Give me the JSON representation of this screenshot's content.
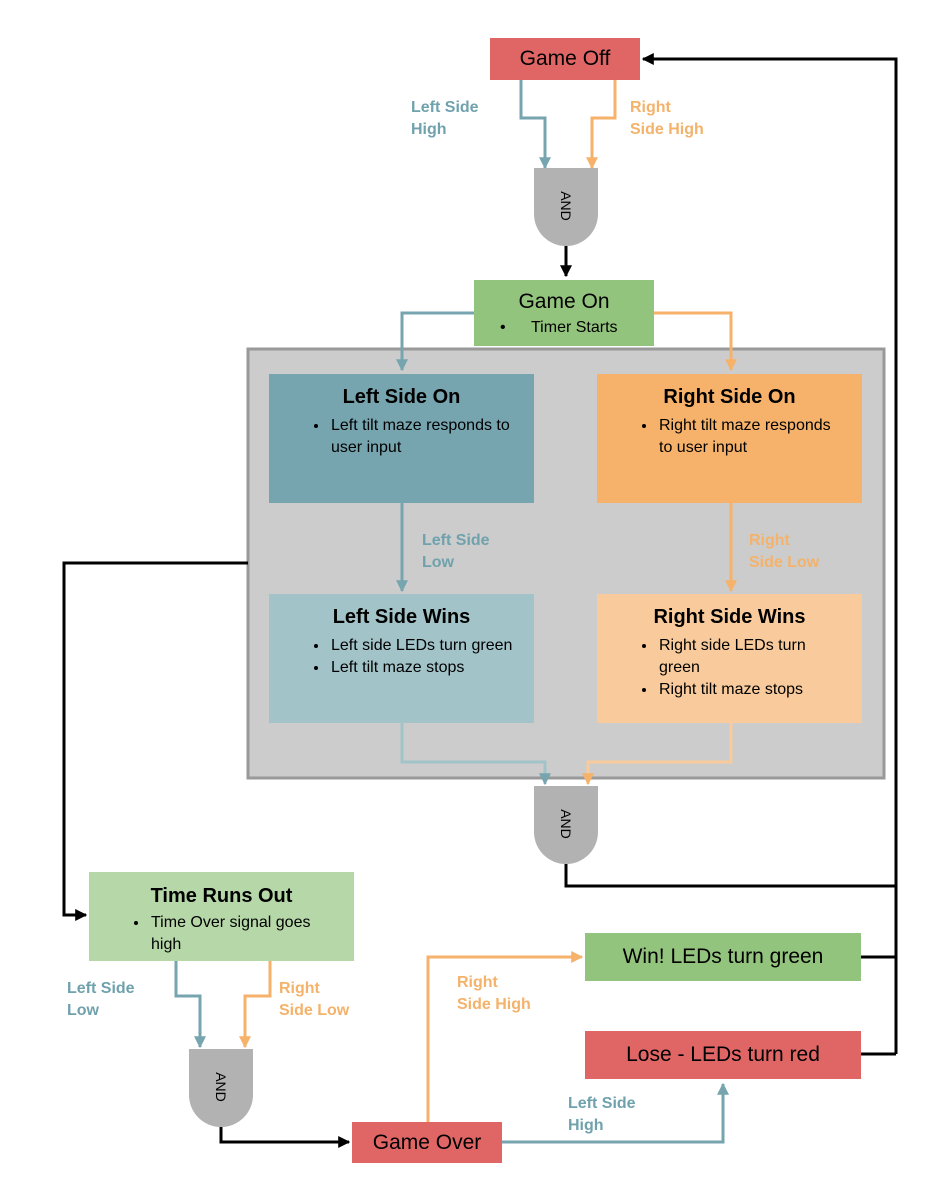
{
  "nodes": {
    "game_off": "Game Off",
    "game_on": {
      "title": "Game On",
      "bullet": "Timer Starts"
    },
    "left_on": {
      "title": "Left Side On",
      "bullets": [
        "Left tilt maze responds to user input"
      ]
    },
    "right_on": {
      "title": "Right Side On",
      "bullets": [
        "Right tilt maze responds to user input"
      ]
    },
    "left_wins": {
      "title": "Left Side Wins",
      "bullets": [
        "Left side LEDs turn green",
        "Left tilt maze stops"
      ]
    },
    "right_wins": {
      "title": "Right Side Wins",
      "bullets": [
        "Right side LEDs turn green",
        "Right tilt maze stops"
      ]
    },
    "time_out": {
      "title": "Time Runs Out",
      "bullets": [
        "Time Over signal goes high"
      ]
    },
    "game_over": "Game Over",
    "win": "Win! LEDs turn green",
    "lose": "Lose - LEDs turn red"
  },
  "gates": {
    "label": "AND"
  },
  "edge_labels": {
    "top_left_l1": "Left Side",
    "top_left_l2": "High",
    "top_right_l1": "Right",
    "top_right_l2": "Side High",
    "mid_left_l1": "Left Side",
    "mid_left_l2": "Low",
    "mid_right_l1": "Right",
    "mid_right_l2": "Side Low",
    "bot_left_l1": "Left Side",
    "bot_left_l2": "Low",
    "bot_right_l1": "Right",
    "bot_right_l2": "Side Low",
    "over_right_l1": "Right",
    "over_right_l2": "Side High",
    "over_left_l1": "Left Side",
    "over_left_l2": "High"
  },
  "colors": {
    "red": "#e06666",
    "green_dark": "#93c47d",
    "green_light": "#b6d7a8",
    "teal_dark": "#76a5af",
    "teal_light": "#a2c4c9",
    "orange_dark": "#f6b26b",
    "orange_light": "#f9cb9c",
    "container": "#cccccc",
    "gate": "#b2b2b2"
  }
}
